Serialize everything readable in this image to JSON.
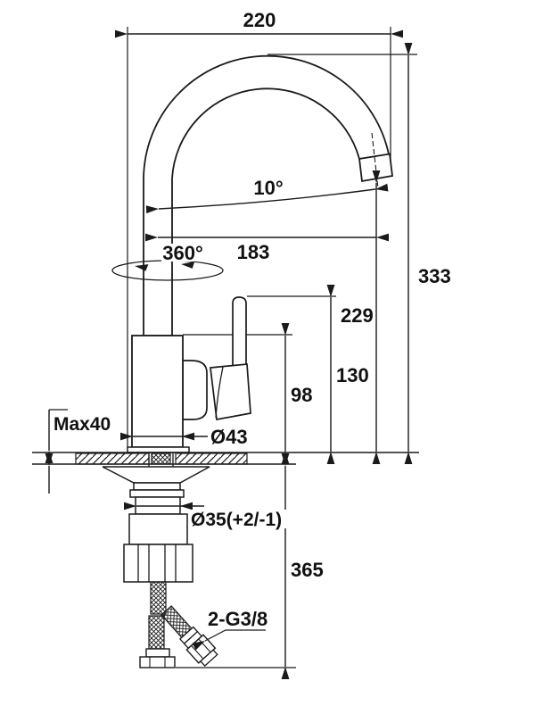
{
  "annotations": {
    "width_top": "220",
    "height_total": "333",
    "height_outlet": "229",
    "reach_axis_outlet": "183",
    "height_lever": "130",
    "height_body": "98",
    "depth_below_counter": "365",
    "spout_angle": "10°",
    "swivel_angle": "360°",
    "max_counter_thickness": "Max40",
    "body_diameter": "Ø43",
    "hole_diameter": "Ø35(+2/-1)",
    "hose_connection": "2-G3/8"
  },
  "colors": {
    "line": "#1a1a1a",
    "background": "#ffffff",
    "text": "#111111"
  }
}
